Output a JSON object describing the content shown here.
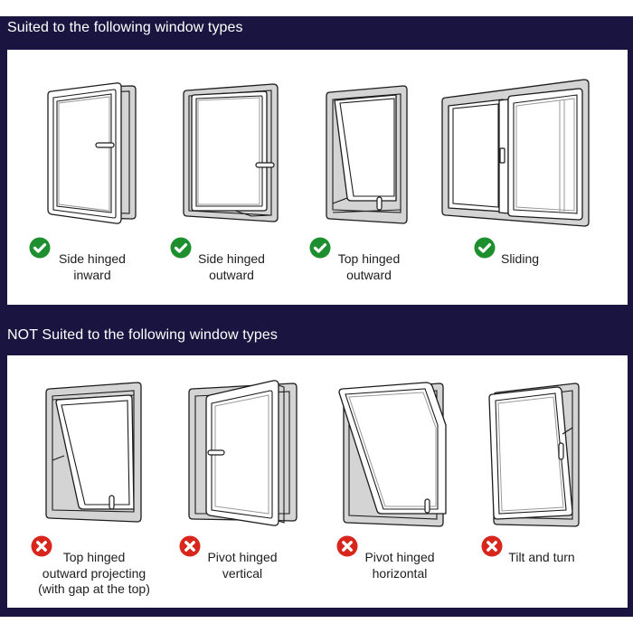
{
  "colors": {
    "background_frame": "#1a1540",
    "panel": "#ffffff",
    "suited_icon": "#1e8f2e",
    "not_suited_icon": "#d9261c",
    "text": "#1d1d1d",
    "header_text": "#ffffff"
  },
  "suited": {
    "title": "Suited to the following window types",
    "status_icon": "check-circle-icon",
    "items": [
      {
        "name": "side-hinged-inward",
        "lines": [
          "Side hinged",
          "inward"
        ]
      },
      {
        "name": "side-hinged-outward",
        "lines": [
          "Side hinged",
          "outward"
        ]
      },
      {
        "name": "top-hinged-outward",
        "lines": [
          "Top hinged",
          "outward"
        ]
      },
      {
        "name": "sliding",
        "lines": [
          "Sliding"
        ]
      }
    ]
  },
  "not_suited": {
    "title": "NOT Suited to the following window types",
    "status_icon": "x-circle-icon",
    "items": [
      {
        "name": "top-hinged-outward-projecting",
        "lines": [
          "Top hinged",
          "outward projecting",
          "(with gap at the top)"
        ]
      },
      {
        "name": "pivot-hinged-vertical",
        "lines": [
          "Pivot hinged",
          "vertical"
        ]
      },
      {
        "name": "pivot-hinged-horizontal",
        "lines": [
          "Pivot hinged",
          "horizontal"
        ]
      },
      {
        "name": "tilt-and-turn",
        "lines": [
          "Tilt and turn"
        ]
      }
    ]
  }
}
